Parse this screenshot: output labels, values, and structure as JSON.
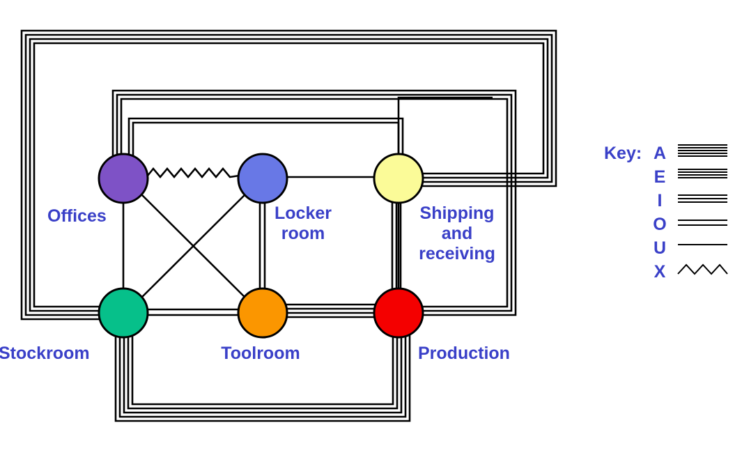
{
  "departments": {
    "offices": {
      "name": "Offices",
      "color": "#7e52c6"
    },
    "locker": {
      "line1": "Locker",
      "line2": "room",
      "color": "#6878e6"
    },
    "shipping": {
      "line1": "Shipping",
      "line2": "and",
      "line3": "receiving",
      "color": "#fbfb98"
    },
    "stockroom": {
      "name": "Stockroom",
      "color": "#06c08a"
    },
    "toolroom": {
      "name": "Toolroom",
      "color": "#fb9600"
    },
    "production": {
      "name": "Production",
      "color": "#f40000"
    }
  },
  "relationships": [
    {
      "from": "offices",
      "to": "locker",
      "rating": "X"
    },
    {
      "from": "offices",
      "to": "stockroom",
      "rating": "U"
    },
    {
      "from": "offices",
      "to": "toolroom",
      "rating": "U"
    },
    {
      "from": "offices",
      "to": "shipping",
      "rating": "A"
    },
    {
      "from": "offices",
      "to": "production",
      "rating": "I"
    },
    {
      "from": "offices",
      "to": "shipping",
      "rating": "O"
    },
    {
      "from": "locker",
      "to": "shipping",
      "rating": "U"
    },
    {
      "from": "locker",
      "to": "stockroom",
      "rating": "U"
    },
    {
      "from": "locker",
      "to": "toolroom",
      "rating": "O"
    },
    {
      "from": "stockroom",
      "to": "toolroom",
      "rating": "O"
    },
    {
      "from": "toolroom",
      "to": "production",
      "rating": "E"
    },
    {
      "from": "shipping",
      "to": "production",
      "rating": "I"
    },
    {
      "from": "stockroom",
      "to": "production",
      "rating": "A"
    },
    {
      "from": "stockroom",
      "to": "shipping",
      "rating": "E"
    }
  ],
  "key": {
    "title": "Key:",
    "ratings": [
      "A",
      "E",
      "I",
      "O",
      "U",
      "X"
    ]
  }
}
